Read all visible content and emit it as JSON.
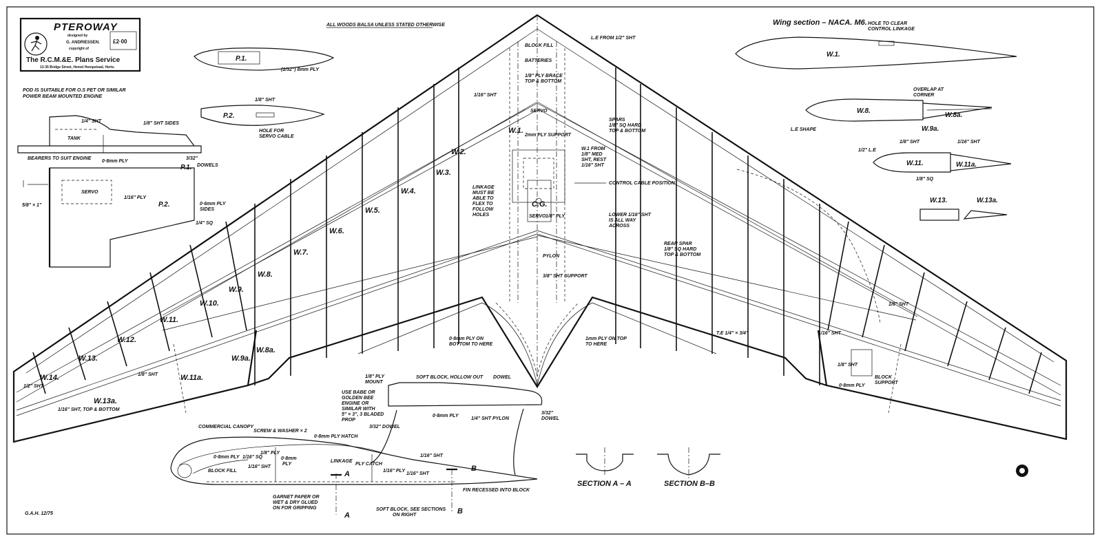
{
  "title_block": {
    "name": "PTEROWAY",
    "designed_by": "designed by",
    "designer": "G. ANDRIESSEN.",
    "copyright": "copyright of",
    "service": "The R.C.M.&E. Plans Service",
    "address": "13-35 Bridge Street, Hemel Hempstead, Herts.",
    "price": "£2·00"
  },
  "notes": {
    "all_woods": "ALL WOODS BALSA UNLESS STATED OTHERWISE",
    "pod_suitable_1": "POD IS SUITABLE FOR O.S PET OR SIMILAR",
    "pod_suitable_2": "POWER BEAM MOUNTED ENGINE",
    "wing_section": "Wing section – NACA. M6.",
    "hole_clear_1": "HOLE TO CLEAR",
    "hole_clear_2": "CONTROL LINKAGE",
    "overlap_1": "OVERLAP AT",
    "overlap_2": "CORNER",
    "le_shape": "L.E SHAPE",
    "signature": "G.A.H. 12/75"
  },
  "pod_side": {
    "quarter_sht": "1/4\" SHT",
    "eighth_sides": "1/8\" SHT SIDES",
    "tank": "TANK",
    "bearers": "BEARERS TO SUIT ENGINE",
    "ply08": "0·8mm PLY",
    "three32": "3/32\"",
    "p1": "P.1.",
    "dowels": "DOWELS",
    "servo": "SERVO",
    "sixteenth_ply": "1/16\" PLY",
    "p2": "P.2.",
    "ply06_1": "0·6mm PLY",
    "ply06_2": "SIDES",
    "five8": "5/8\" × 1\"",
    "quarter_sq": "1/4\" SQ"
  },
  "pod_parts": {
    "p1": "P.1.",
    "p1_note": "(1/32\") 8mm PLY",
    "p2": "P.2.",
    "eighth_sht": "1/8\" SHT",
    "hole_1": "HOLE FOR",
    "hole_2": "SERVO CABLE"
  },
  "wing": {
    "ribs_left": [
      "W.1.",
      "W.2.",
      "W.3.",
      "W.4.",
      "W.5.",
      "W.6.",
      "W.7.",
      "W.8.",
      "W.9.",
      "W.10.",
      "W.11.",
      "W.12.",
      "W.13.",
      "W.14."
    ],
    "w8a": "W.8a.",
    "w9a": "W.9a.",
    "w11a": "W.11a.",
    "w13a": "W.13a.",
    "cg": "C.G.",
    "block_fill": "BLOCK FILL",
    "batteries": "BATTERIES",
    "brace_1": "1/8\" PLY BRACE",
    "brace_2": "TOP & BOTTOM",
    "servo": "SERVO",
    "ply_support": "2mm PLY SUPPORT",
    "servo2": "SERVO",
    "eighth_ply": "1/8\" PLY",
    "pylon": "PYLON",
    "support38": "3/8\" SHT SUPPORT",
    "sixteenth_sht": "1/16\" SHT",
    "le_from": "L.E FROM 1/2\" SHT",
    "spars_1": "SPARS",
    "spars_2": "1/8\" SQ HARD",
    "spars_3": "TOP & BOTTOM",
    "w1from_1": "W.1 FROM",
    "w1from_2": "1/8\" MED",
    "w1from_3": "SHT, REST",
    "w1from_4": "1/16\" SHT",
    "linkage_1": "LINKAGE",
    "linkage_2": "MUST BE",
    "linkage_3": "ABLE TO",
    "linkage_4": "FLEX TO",
    "linkage_5": "FOLLOW",
    "linkage_6": "HOLES",
    "control_cable": "CONTROL CABLE POSITION",
    "lower_1": "LOWER 1/16\" SHT",
    "lower_2": "IS ALL WAY",
    "lower_3": "ACROSS",
    "rear_1": "REAR SPAR",
    "rear_2": "1/8\" SQ HARD",
    "rear_3": "TOP & BOTTOM",
    "te": "T.E 1/4\" × 3/4\"",
    "ply_bottom_1": "0·8mm PLY ON",
    "ply_bottom_2": "BOTTOM TO HERE",
    "ply_top_1": "1mm PLY ON TOP",
    "ply_top_2": "TO HERE",
    "eighth_sht_r": "1/8\" SHT",
    "sixteenth_sht_r": "1/16\" SHT",
    "eighth_sht_r2": "1/8\" SHT",
    "ply08_r": "0·8mm PLY",
    "block_support_1": "BLOCK",
    "block_support_2": "SUPPORT",
    "half_sht": "1/2\" SHT",
    "eighth_sht_l": "1/8\" SHT",
    "top_bottom_l": "1/16\" SHT, TOP & BOTTOM"
  },
  "sections": {
    "w1": "W.1.",
    "w8": "W.8.",
    "w8a": "W.8a.",
    "w9a": "W.9a.",
    "w11": "W.11.",
    "w11a": "W.11a.",
    "w13": "W.13.",
    "w13a": "W.13a.",
    "half_le": "1/2\" L.E",
    "eighth_sht": "1/8\" SHT",
    "sixteenth_sht": "1/16\" SHT",
    "eighth_sq": "1/8\" SQ"
  },
  "pod_detail": {
    "soft_block": "SOFT BLOCK, HOLLOW OUT",
    "dowel": "DOWEL",
    "ply_mount_1": "1/8\" PLY",
    "ply_mount_2": "MOUNT",
    "engine_1": "USE BABE OR",
    "engine_2": "GOLDEN BEE",
    "engine_3": "ENGINE OR",
    "engine_4": "SIMILAR WITH",
    "engine_5": "5\" × 3\", 3 BLADED",
    "engine_6": "PROP",
    "three32_dowel_1": "3/32\"",
    "three32_dowel_2": "DOWEL",
    "three32_dowel_l": "3/32\" DOWEL",
    "ply08_top": "0·8mm PLY",
    "pylon_sht": "1/4\" SHT PYLON",
    "canopy": "COMMERCIAL CANOPY",
    "screw": "SCREW & WASHER × 2",
    "hatch": "0·8mm PLY HATCH",
    "ply08_a": "0·8mm PLY",
    "sixteenth_sq": "1/16\" SQ",
    "eighth_ply": "1/8\" PLY",
    "ply08_b_1": "0·8mm",
    "ply08_b_2": "PLY",
    "linkage": "LINKAGE",
    "ply_catch": "PLY CATCH",
    "sixteenth_sht_a": "1/16\" SHT",
    "sixteenth_sht_b": "1/16\" SHT",
    "block_fill": "BLOCK FILL",
    "sixteenth_ply": "1/16\" PLY",
    "sixteenth_sht_c": "1/16\" SHT",
    "a": "A",
    "b": "B",
    "garnet_1": "GARNET PAPER OR",
    "garnet_2": "WET & DRY GLUED",
    "garnet_3": "ON FOR GRIPPING",
    "soft_block2_1": "SOFT BLOCK, SEE SECTIONS",
    "soft_block2_2": "ON RIGHT",
    "fin": "FIN RECESSED INTO BLOCK",
    "section_aa": "SECTION A – A",
    "section_bb": "SECTION B–B"
  }
}
